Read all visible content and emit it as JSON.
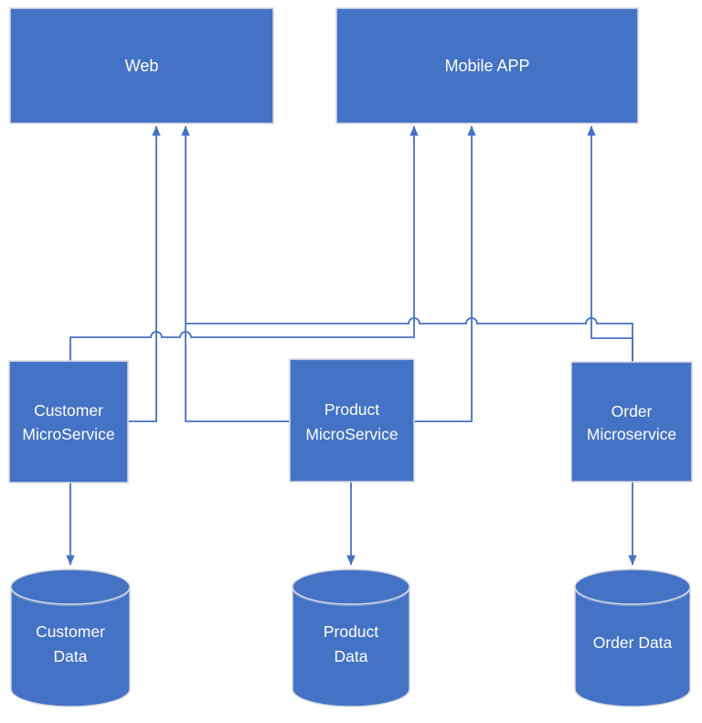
{
  "colors": {
    "node_fill": "#4472C4",
    "node_border": "#D6D9E1",
    "connector": "#4472C4",
    "label_text": "#FFFFFF",
    "background": "#FFFFFF"
  },
  "nodes": {
    "web": {
      "label": "Web",
      "shape": "rectangle"
    },
    "mobile_app": {
      "label": "Mobile APP",
      "shape": "rectangle"
    },
    "customer_microservice": {
      "line1": "Customer",
      "line2": "MicroService",
      "shape": "rectangle"
    },
    "product_microservice": {
      "line1": "Product",
      "line2": "MicroService",
      "shape": "rectangle"
    },
    "order_microservice": {
      "line1": "Order",
      "line2": "Microservice",
      "shape": "rectangle"
    },
    "customer_data": {
      "line1": "Customer",
      "line2": "Data",
      "shape": "cylinder"
    },
    "product_data": {
      "line1": "Product",
      "line2": "Data",
      "shape": "cylinder"
    },
    "order_data": {
      "label": "Order Data",
      "shape": "cylinder"
    }
  },
  "edges": [
    {
      "from": "Customer MicroService",
      "to": "Web",
      "arrow": "into Web"
    },
    {
      "from": "Customer MicroService",
      "to": "Mobile APP",
      "arrow": "into Mobile APP"
    },
    {
      "from": "Product MicroService",
      "to": "Web",
      "arrow": "into Web"
    },
    {
      "from": "Product MicroService",
      "to": "Mobile APP",
      "arrow": "into Mobile APP"
    },
    {
      "from": "Order Microservice",
      "to": "Web",
      "arrow": "merges into Product-to-Web line"
    },
    {
      "from": "Order Microservice",
      "to": "Mobile APP",
      "arrow": "into Mobile APP"
    },
    {
      "from": "Customer MicroService",
      "to": "Customer Data",
      "arrow": "into cylinder"
    },
    {
      "from": "Product MicroService",
      "to": "Product Data",
      "arrow": "into cylinder"
    },
    {
      "from": "Order Microservice",
      "to": "Order Data",
      "arrow": "into cylinder"
    }
  ]
}
